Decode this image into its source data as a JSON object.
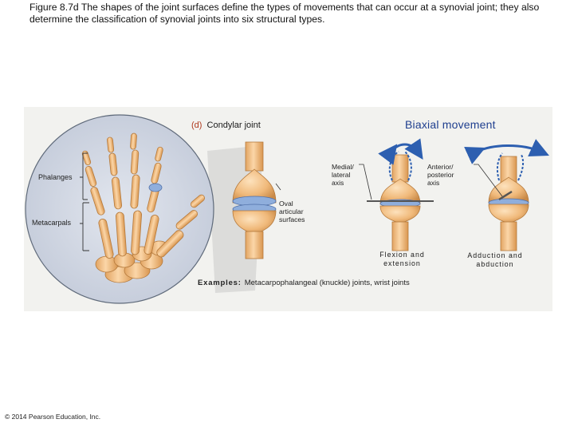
{
  "caption": "Figure 8.7d The shapes of the joint surfaces define the types of movements that can occur at a synovial joint; they also determine the classification of synovial joints into six structural types.",
  "panel": {
    "tag": "(d)",
    "joint_name": "Condylar joint",
    "movement_title": "Biaxial movement",
    "labels": {
      "phalanges": "Phalanges",
      "metacarpals": "Metacarpals",
      "medial_lateral_axis": [
        "Medial/",
        "lateral",
        "axis"
      ],
      "anterior_posterior_axis": [
        "Anterior/",
        "posterior",
        "axis"
      ],
      "oval_surfaces": [
        "Oval",
        "articular",
        "surfaces"
      ]
    },
    "movements": {
      "flexion": [
        "Flexion and",
        "extension"
      ],
      "adduction": [
        "Adduction and",
        "abduction"
      ]
    },
    "examples_heading": "Examples:",
    "examples_text": "Metacarpophalangeal (knuckle) joints, wrist joints"
  },
  "copyright": "© 2014 Pearson Education, Inc.",
  "colors": {
    "panel_bg": "#f2f2ef",
    "bone": "#f0b97a",
    "bone_dark": "#c98a48",
    "cartilage": "#8faedc",
    "arrow": "#2d5fb0",
    "axis": "#555555",
    "tag": "#b03b1f",
    "title_blue": "#1f3f8f"
  }
}
